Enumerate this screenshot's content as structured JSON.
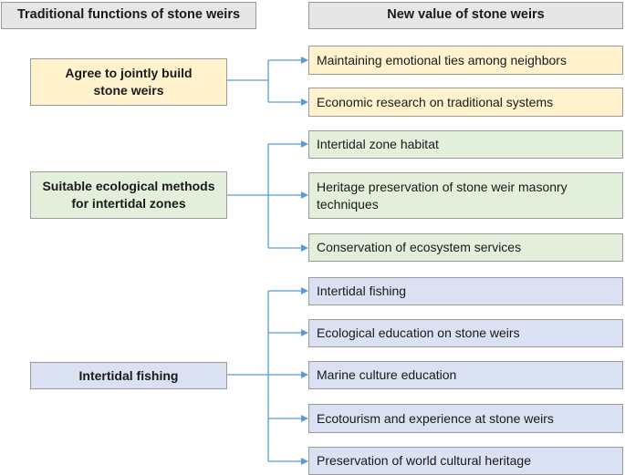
{
  "headers": {
    "left": "Traditional functions of stone weirs",
    "right": "New value of stone weirs"
  },
  "groups": [
    {
      "label": "Agree to jointly build stone weirs",
      "items": [
        "Maintaining emotional ties among neighbors",
        "Economic research on traditional systems"
      ]
    },
    {
      "label": "Suitable ecological methods for intertidal zones",
      "items": [
        "Intertidal zone habitat",
        "Heritage preservation of stone weir masonry techniques",
        "Conservation of ecosystem services"
      ]
    },
    {
      "label": "Intertidal fishing",
      "items": [
        "Intertidal fishing",
        "Ecological education on stone weirs",
        "Marine culture education",
        "Ecotourism and experience at stone weirs",
        "Preservation of world cultural heritage"
      ]
    }
  ],
  "colors": {
    "yellow": "#fff2cc",
    "green": "#e2efda",
    "blue": "#d9e1f2",
    "header": "#e7e6e6",
    "connector": "#5b9bd5"
  }
}
